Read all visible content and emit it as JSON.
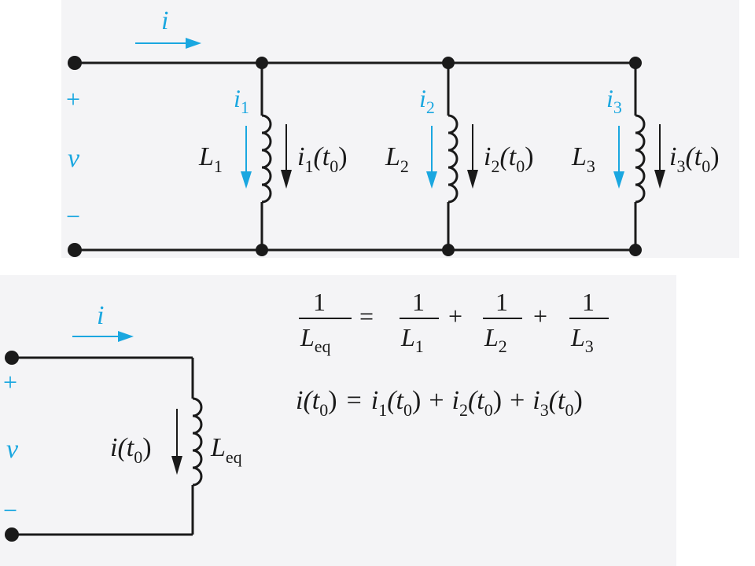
{
  "colors": {
    "background": "#ffffff",
    "panel": "#f4f4f6",
    "ink": "#1a1a1a",
    "accent": "#1aa7e0"
  },
  "top": {
    "i": "i",
    "plus": "+",
    "v": "v",
    "minus": "−",
    "branches": [
      {
        "cur": "i",
        "cur_sub": "1",
        "ind": "L",
        "ind_sub": "1",
        "init": "i",
        "init_sub": "1",
        "t": "(t",
        "t_sub": "0",
        "close": ")"
      },
      {
        "cur": "i",
        "cur_sub": "2",
        "ind": "L",
        "ind_sub": "2",
        "init": "i",
        "init_sub": "2",
        "t": "(t",
        "t_sub": "0",
        "close": ")"
      },
      {
        "cur": "i",
        "cur_sub": "3",
        "ind": "L",
        "ind_sub": "3",
        "init": "i",
        "init_sub": "3",
        "t": "(t",
        "t_sub": "0",
        "close": ")"
      }
    ]
  },
  "bottom": {
    "i": "i",
    "plus": "+",
    "v": "v",
    "minus": "−",
    "init": "i",
    "t": "(t",
    "t_sub": "0",
    "close": ")",
    "ind": "L",
    "ind_sub": "eq"
  },
  "equations": {
    "one": "1",
    "l": "L",
    "eq_sub": "eq",
    "sub1": "1",
    "sub2": "2",
    "sub3": "3",
    "equals": "=",
    "plus": "+",
    "i": "i",
    "t": "(t",
    "t_sub": "0",
    "close": ")"
  }
}
